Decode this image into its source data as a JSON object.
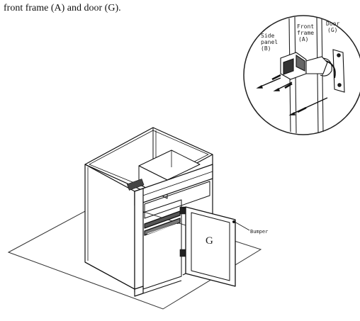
{
  "caption": "front frame (A) and door (G).",
  "detail_callout": {
    "side_panel_line1": "Side",
    "side_panel_line2": "panel",
    "side_panel_line3": "(B)",
    "front_frame_line1": "Front",
    "front_frame_line2": "frame",
    "front_frame_line3": "(A)",
    "door_line1": "Door",
    "door_line2": "(G)"
  },
  "cabinet": {
    "door_letter": "G",
    "bumper_label": "Bumper"
  }
}
